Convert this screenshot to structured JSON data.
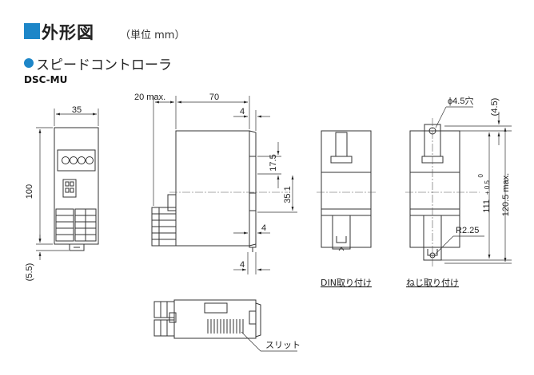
{
  "header": {
    "title": "外形図",
    "unit": "（単位 mm）",
    "accent_color": "#1d86c8"
  },
  "section": {
    "title": "スピードコントローラ",
    "model": "DSC-MU"
  },
  "dimensions": {
    "front_width": "35",
    "front_height": "100",
    "front_offset": "(5.5)",
    "side_protrusion": "20 max.",
    "side_depth": "70",
    "side_top_4": "4",
    "side_mid_4": "4",
    "side_bottom_4": "4",
    "side_17_5": "17.5",
    "side_35_1": "35.1",
    "hole": "ϕ4.5穴",
    "rear_top": "(4.5)",
    "rear_111": "111",
    "rear_111_tol": "+ 0.5",
    "rear_111_tol2": "0",
    "rear_120_5": "120.5 max.",
    "radius": "R2.25"
  },
  "captions": {
    "din": "DIN取り付け",
    "screw": "ねじ取り付け",
    "slit": "スリット"
  }
}
